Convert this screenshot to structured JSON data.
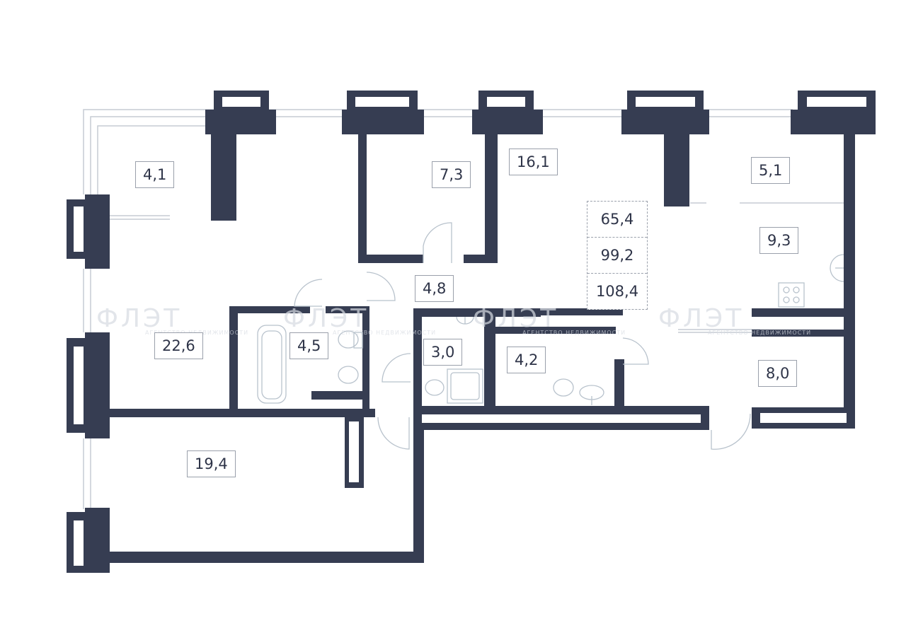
{
  "rooms": {
    "r41": "4,1",
    "r73": "7,3",
    "r161": "16,1",
    "r51": "5,1",
    "r93": "9,3",
    "r48": "4,8",
    "r226": "22,6",
    "r45": "4,5",
    "r30": "3,0",
    "r42": "4,2",
    "r80": "8,0",
    "r194": "19,4"
  },
  "areas": {
    "living": "65,4",
    "total": "99,2",
    "with_balcony": "108,4"
  },
  "watermark": {
    "logo": "ФЛЭТ",
    "tagline": "АГЕНТСТВО НЕДВИЖИМОСТИ"
  },
  "colors": {
    "wall": "#363d52",
    "window": "#b8c2cc"
  }
}
